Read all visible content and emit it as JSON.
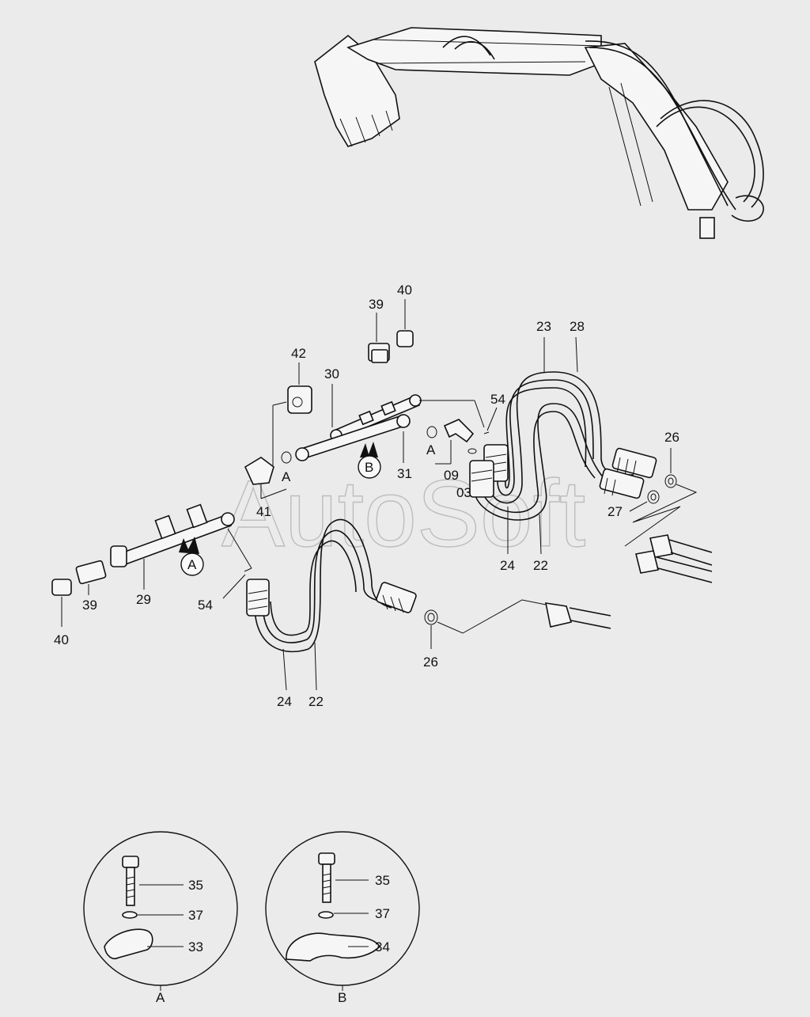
{
  "watermark": "AutoSoft",
  "callouts": {
    "c40a": "40",
    "c39a": "39",
    "c42": "42",
    "c30": "30",
    "c54a": "54",
    "c23": "23",
    "c28": "28",
    "c26a": "26",
    "cAa": "A",
    "cAb": "A",
    "cBmark": "B",
    "c31": "31",
    "c09": "09",
    "c03": "03",
    "c41": "41",
    "c27": "27",
    "cAmark": "A",
    "c29": "29",
    "c40b": "40",
    "c39b": "39",
    "c54b": "54",
    "c24a": "24",
    "c22a": "22",
    "c26b": "26",
    "c24b": "24",
    "c22b": "22"
  },
  "detail_a": {
    "c35": "35",
    "c37": "37",
    "c33": "33",
    "caption": "A"
  },
  "detail_b": {
    "c35": "35",
    "c37": "37",
    "c34": "34",
    "caption": "B"
  }
}
